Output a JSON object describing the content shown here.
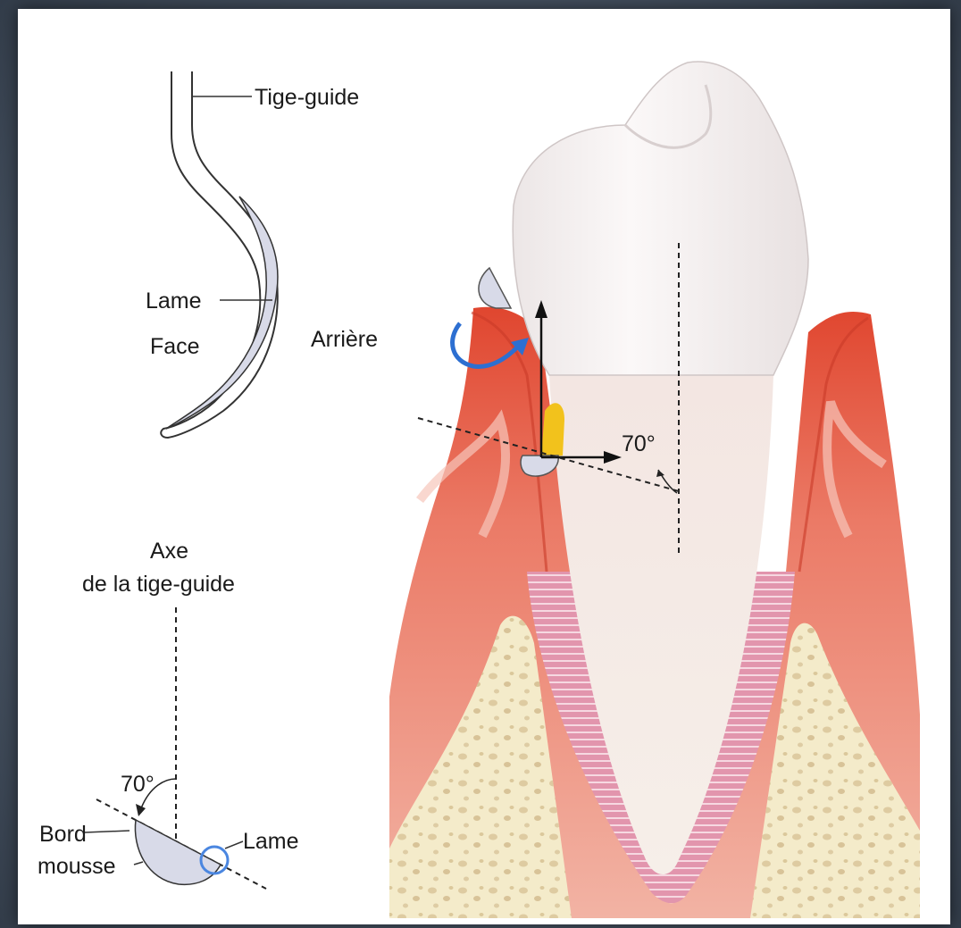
{
  "labels": {
    "tige_guide": "Tige-guide",
    "lame_top": "Lame",
    "face": "Face",
    "arriere": "Arrière",
    "axe_line1": "Axe",
    "axe_line2": "de la tige-guide",
    "angle_bottom": "70°",
    "bord": "Bord",
    "mousse": "mousse",
    "lame_bottom": "Lame",
    "angle_tooth": "70°"
  },
  "colors": {
    "gingiva": "#e8806e",
    "gingiva_dark": "#d54a36",
    "bone": "#f5eccb",
    "bone_pores": "#d9c79d",
    "root_ligament": "#d98aa0",
    "enamel": "#f7f3f3",
    "instrument_blade": "#d8dae8",
    "rotation_arrow": "#2d6fd1",
    "highlight_circle": "#4a86e0",
    "calculus": "#f0c020"
  }
}
